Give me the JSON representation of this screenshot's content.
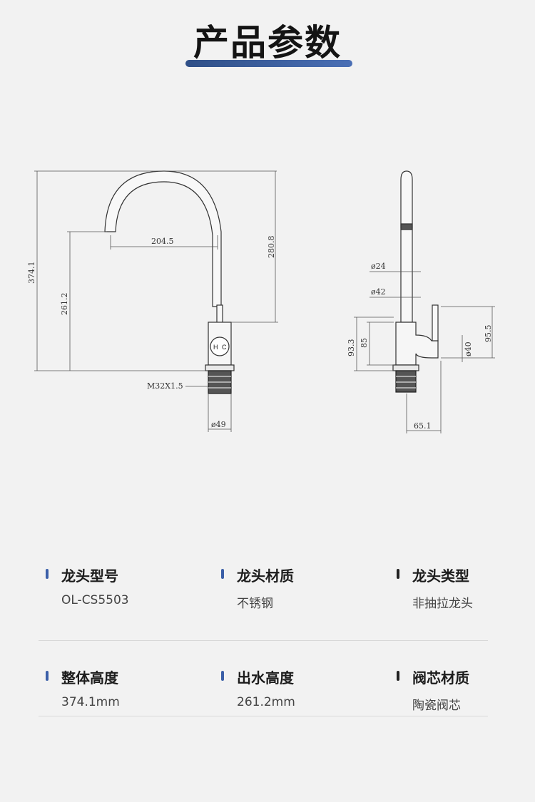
{
  "page": {
    "title": "产品参数"
  },
  "drawing": {
    "front": {
      "height_total": "374.1",
      "height_outlet": "261.2",
      "reach": "204.5",
      "neck_height": "280.8",
      "thread": "M32X1.5",
      "base_diameter": "ø49",
      "handle_letters": {
        "hot": "H",
        "cold": "C"
      }
    },
    "side": {
      "spout_diameter": "ø24",
      "body_diameter": "ø42",
      "height_93": "93.3",
      "height_85": "85",
      "handle_diameter": "ø40",
      "handle_height": "95.5",
      "depth": "65.1"
    }
  },
  "specs": [
    {
      "label": "龙头型号",
      "value": "OL-CS5503",
      "accent": "#3b5fa8"
    },
    {
      "label": "龙头材质",
      "value": "不锈钢",
      "accent": "#3b5fa8"
    },
    {
      "label": "龙头类型",
      "value": "非抽拉龙头",
      "accent": "#222222"
    },
    {
      "label": "整体高度",
      "value": "374.1mm",
      "accent": "#3b5fa8"
    },
    {
      "label": "出水高度",
      "value": "261.2mm",
      "accent": "#3b5fa8"
    },
    {
      "label": "阀芯材质",
      "value": "陶瓷阀芯",
      "accent": "#222222"
    }
  ]
}
